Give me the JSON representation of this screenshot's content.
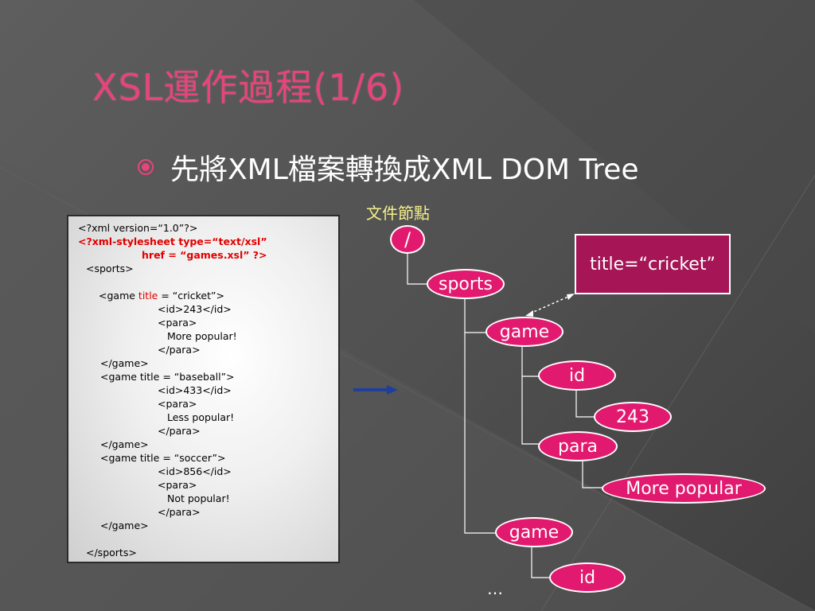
{
  "title": "XSL運作過程(1/6)",
  "bullet": {
    "text": "先將XML檔案轉換成XML DOM Tree"
  },
  "doc_node_label": "文件節點",
  "attribute_box": "title=“cricket”",
  "ellipsis": "…",
  "xml_code": {
    "lines": [
      "<?xml version=“1.0”?>",
      "<?xml-stylesheet type=“text/xsl”",
      "href = “games.xsl” ?>",
      "<sports>",
      "<game ",
      "title",
      " = “cricket”>",
      "<id>243</id>",
      "<para>",
      "More popular!",
      "</para>",
      "</game>",
      "<game title = “baseball”>",
      "<id>433</id>",
      "<para>",
      "Less popular!",
      "</para>",
      "</game>",
      "<game title = “soccer”>",
      "<id>856</id>",
      "<para>",
      "Not popular!",
      "</para>",
      "</game>",
      "</sports>"
    ]
  },
  "tree": {
    "nodes": [
      {
        "key": "root",
        "label": "/"
      },
      {
        "key": "sports",
        "label": "sports"
      },
      {
        "key": "game1",
        "label": "game"
      },
      {
        "key": "id1",
        "label": "id"
      },
      {
        "key": "v243",
        "label": "243"
      },
      {
        "key": "para1",
        "label": "para"
      },
      {
        "key": "more",
        "label": "More popular"
      },
      {
        "key": "game2",
        "label": "game"
      },
      {
        "key": "id2",
        "label": "id"
      }
    ]
  },
  "colors": {
    "title": "#e8447a",
    "node_fill": "#e21a6f",
    "attr_fill": "#a61656",
    "doc_label": "#f5f08a",
    "arrow": "#1f3f9a"
  }
}
